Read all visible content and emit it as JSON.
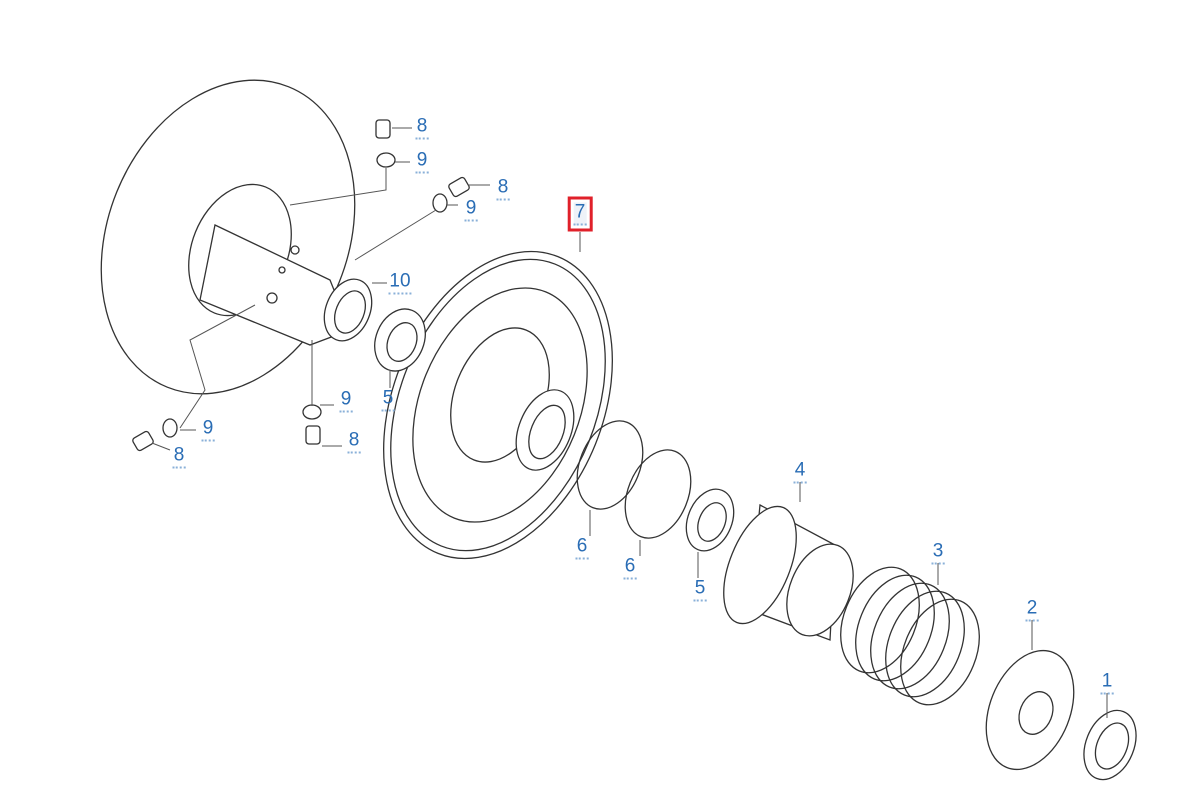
{
  "diagram": {
    "title": "Driven pulley assembly",
    "selected_part": "7",
    "callouts": [
      {
        "id": "c1",
        "label": "8"
      },
      {
        "id": "c2",
        "label": "9"
      },
      {
        "id": "c3",
        "label": "8"
      },
      {
        "id": "c4",
        "label": "9"
      },
      {
        "id": "c5",
        "label": "7"
      },
      {
        "id": "c6",
        "label": "10"
      },
      {
        "id": "c7",
        "label": "5"
      },
      {
        "id": "c8",
        "label": "9"
      },
      {
        "id": "c9",
        "label": "8"
      },
      {
        "id": "c10",
        "label": "9"
      },
      {
        "id": "c11",
        "label": "8"
      },
      {
        "id": "c12",
        "label": "6"
      },
      {
        "id": "c13",
        "label": "6"
      },
      {
        "id": "c14",
        "label": "5"
      },
      {
        "id": "c15",
        "label": "4"
      },
      {
        "id": "c16",
        "label": "3"
      },
      {
        "id": "c17",
        "label": "2"
      },
      {
        "id": "c18",
        "label": "1"
      }
    ],
    "colors": {
      "callout": "#2a6db5",
      "highlight": "#e0202a"
    }
  }
}
